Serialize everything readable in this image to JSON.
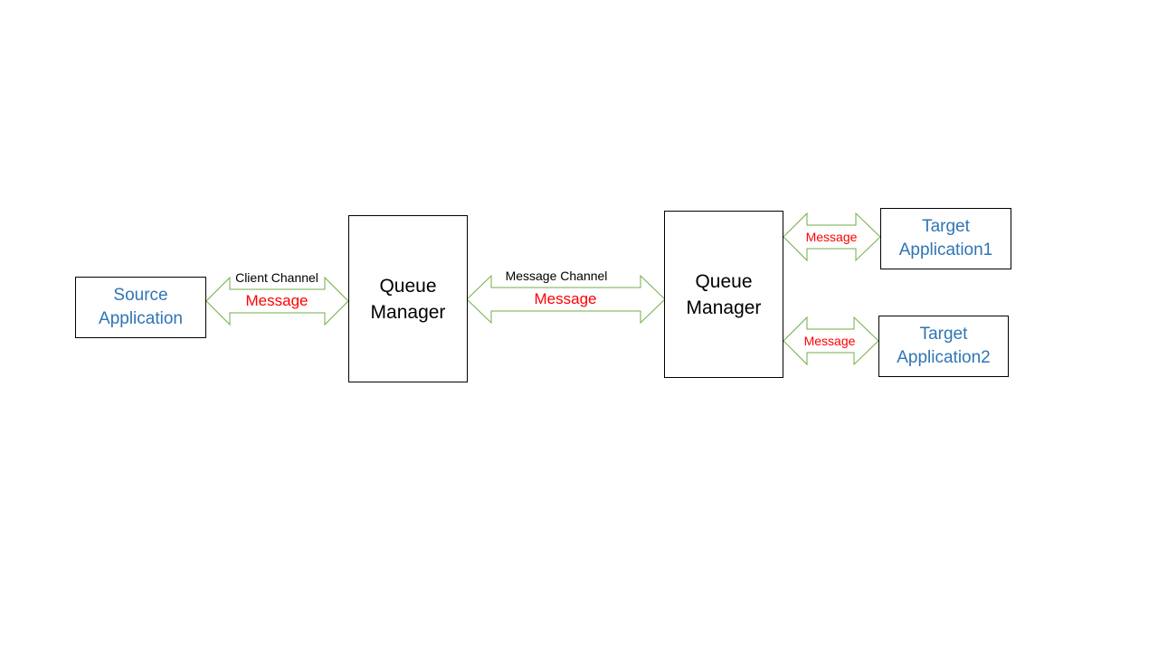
{
  "colors": {
    "arrow_stroke": "#70ad47",
    "app_text": "#2e75b6",
    "message_text": "#ff0000",
    "box_border": "#000000"
  },
  "source_app": {
    "line1": "Source",
    "line2": "Application"
  },
  "queue_manager_1": {
    "line1": "Queue",
    "line2": "Manager"
  },
  "queue_manager_2": {
    "line1": "Queue",
    "line2": "Manager"
  },
  "target_app_1": {
    "line1": "Target",
    "line2": "Application1"
  },
  "target_app_2": {
    "line1": "Target",
    "line2": "Application2"
  },
  "client_channel": {
    "channel_label": "Client Channel",
    "message_label": "Message"
  },
  "message_channel": {
    "channel_label": "Message Channel",
    "message_label": "Message"
  },
  "target_link_1": {
    "message_label": "Message"
  },
  "target_link_2": {
    "message_label": "Message"
  }
}
